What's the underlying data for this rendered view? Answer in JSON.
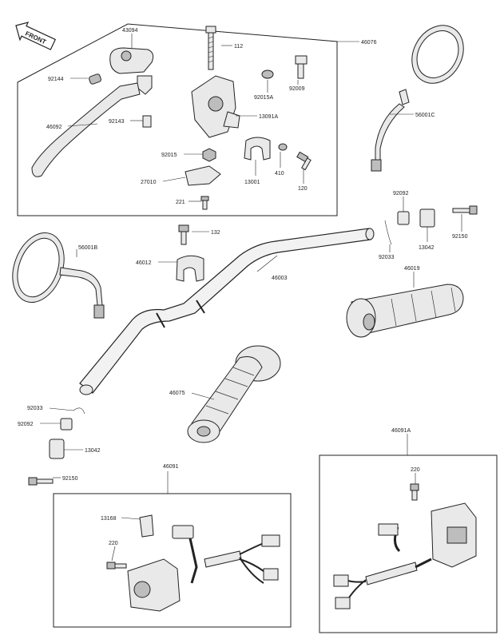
{
  "front_arrow": {
    "text": "FRONT"
  },
  "callouts": {
    "p43094": "43094",
    "p112": "112",
    "p46076": "46076",
    "p92144": "92144",
    "p92009": "92009",
    "p92015A": "92015A",
    "p46092": "46092",
    "p92143": "92143",
    "p13091A": "13091A",
    "p92015": "92015",
    "p13001": "13001",
    "p410": "410",
    "p27010": "27010",
    "p120": "120",
    "p221": "221",
    "p56001C": "56001C",
    "p92092_top": "92092",
    "p92033_top": "92033",
    "p13042_top": "13042",
    "p92150_top": "92150",
    "p132": "132",
    "p56001B": "56001B",
    "p46012": "46012",
    "p46003": "46003",
    "p46019": "46019",
    "p46075": "46075",
    "p92033_bot": "92033",
    "p92092_bot": "92092",
    "p13042_bot": "13042",
    "p92150_bot": "92150",
    "p46091": "46091",
    "p13168": "13168",
    "p220_left": "220",
    "p46091A": "46091A",
    "p220_right": "220"
  }
}
